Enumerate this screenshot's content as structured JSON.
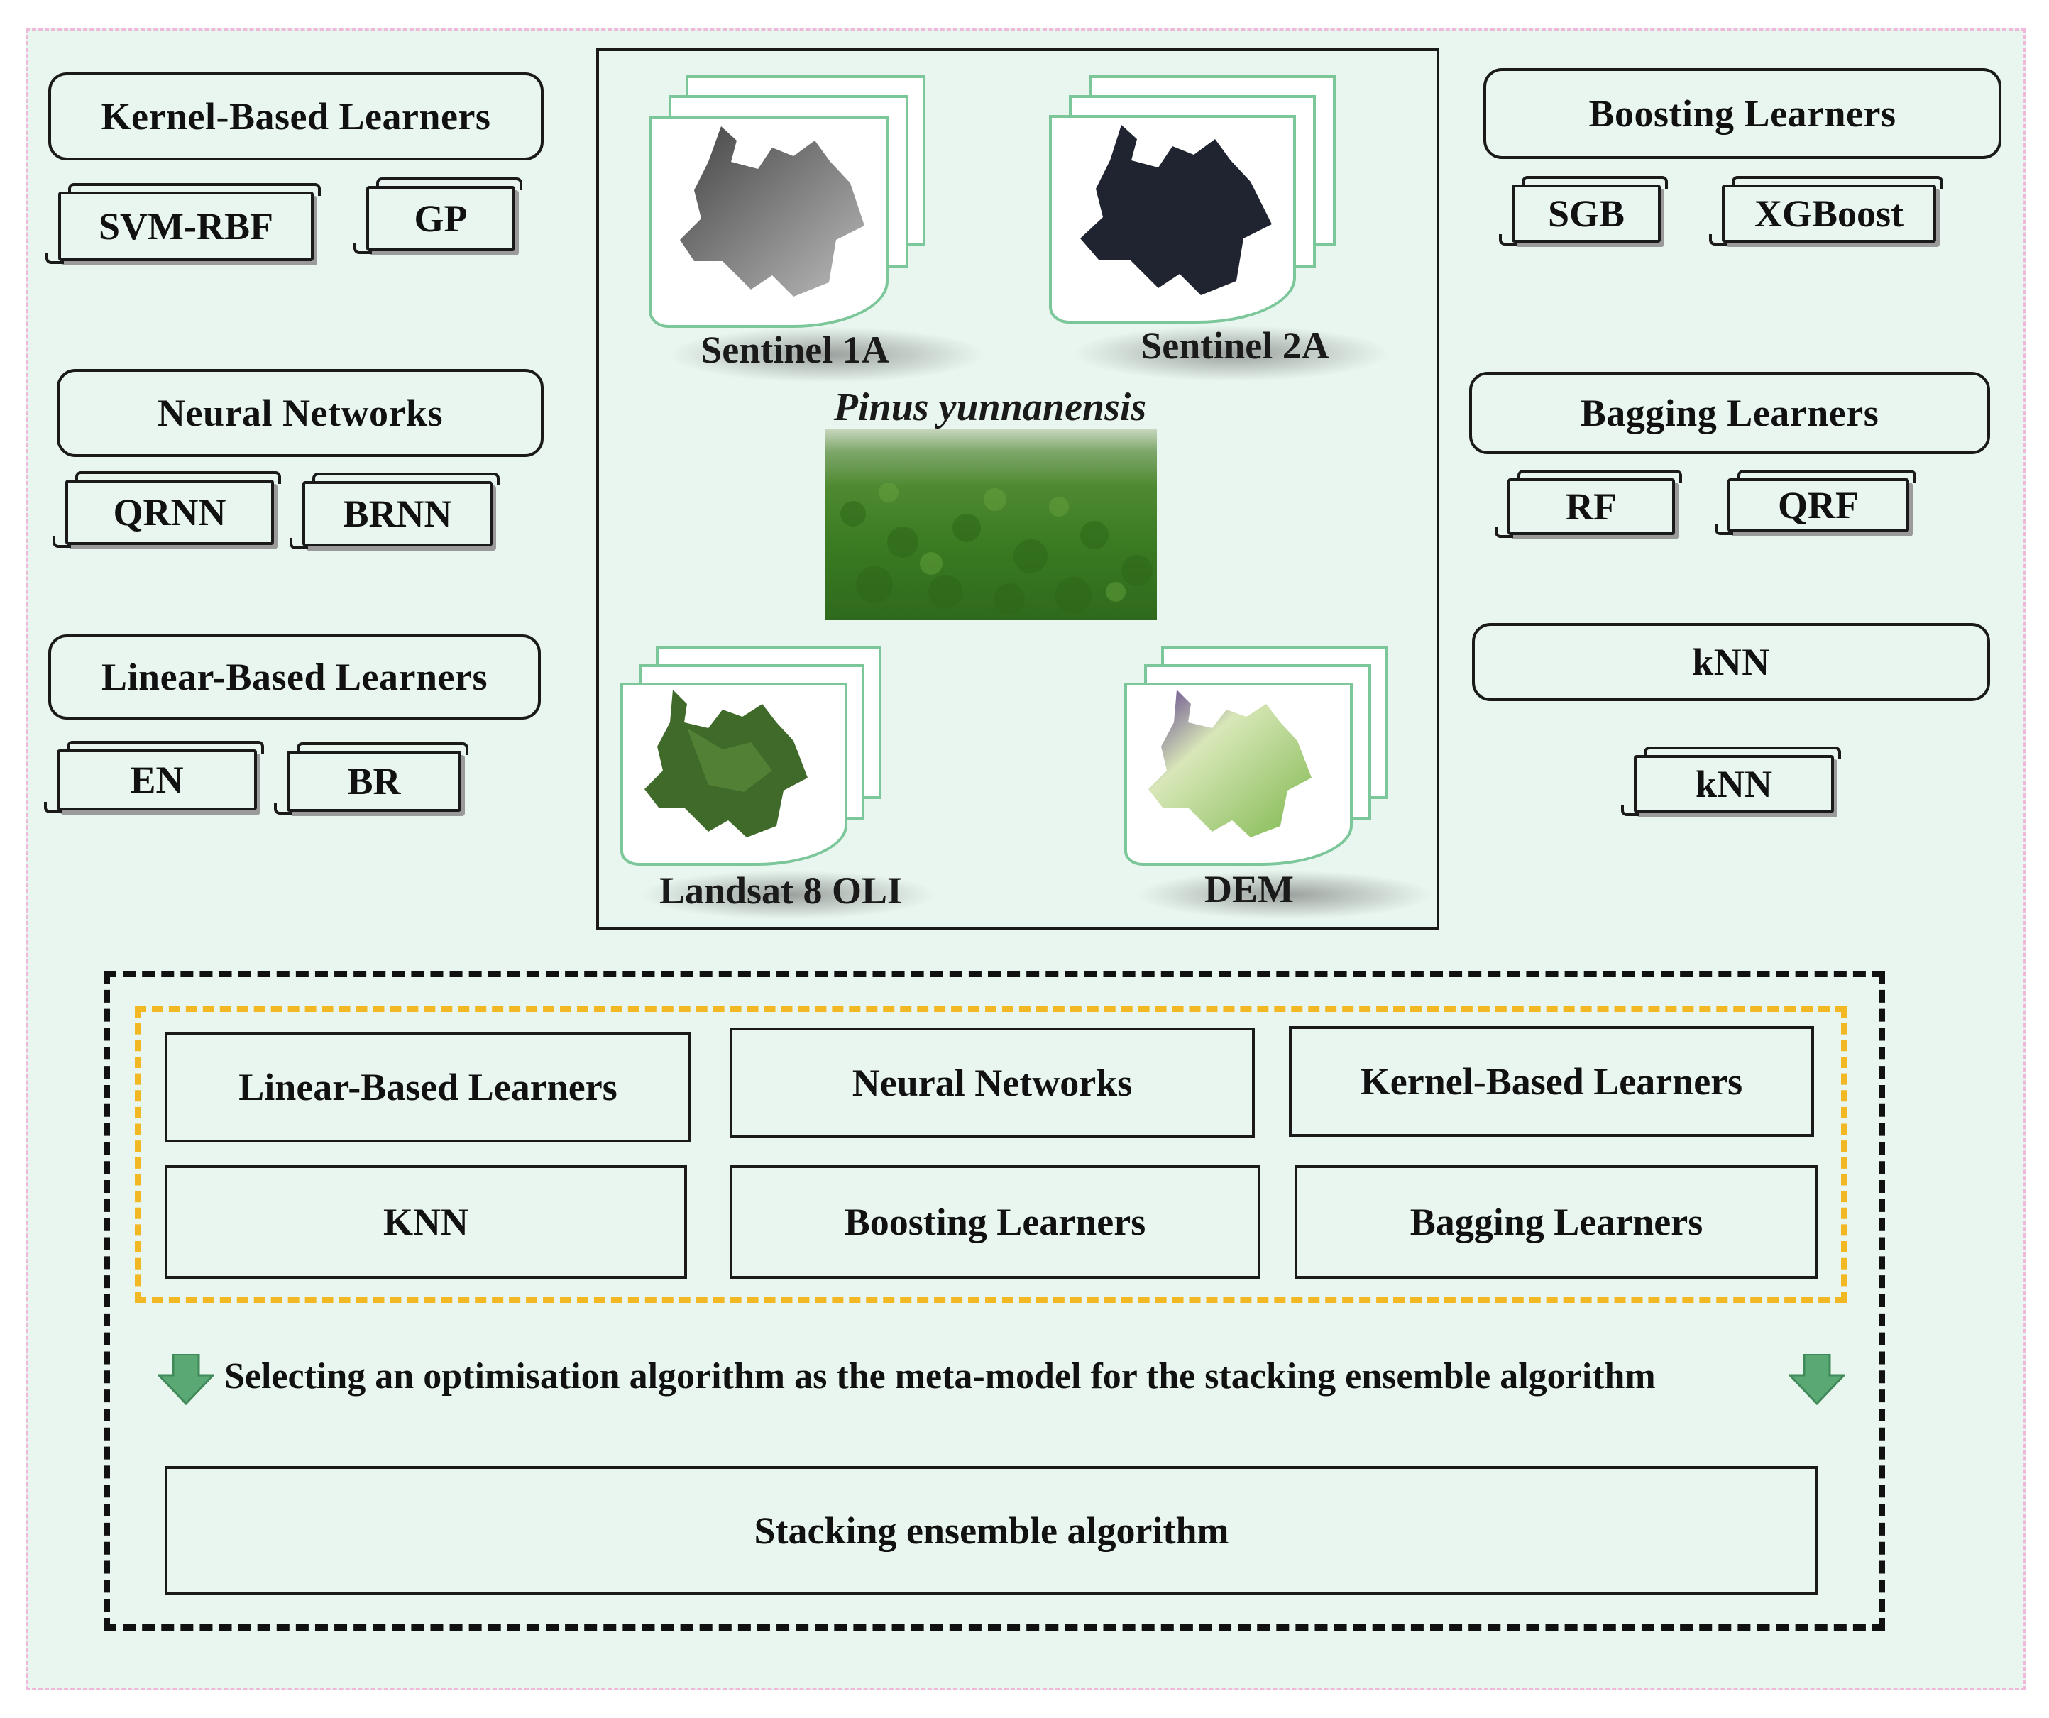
{
  "left_groups": [
    {
      "title": "Kernel-Based Learners",
      "items": [
        "SVM-RBF",
        "GP"
      ]
    },
    {
      "title": "Neural Networks",
      "items": [
        "QRNN",
        "BRNN"
      ]
    },
    {
      "title": "Linear-Based Learners",
      "items": [
        "EN",
        "BR"
      ]
    }
  ],
  "right_groups": [
    {
      "title": "Boosting Learners",
      "items": [
        "SGB",
        "XGBoost"
      ]
    },
    {
      "title": "Bagging Learners",
      "items": [
        "RF",
        "QRF"
      ]
    },
    {
      "title": "kNN",
      "items": [
        "kNN"
      ]
    }
  ],
  "data_sources": {
    "s1": "Sentinel 1A",
    "s2": "Sentinel 2A",
    "landsat": "Landsat 8 OLI",
    "dem": "DEM",
    "species": "Pinus yunnanensis"
  },
  "stack_section": {
    "base_learners": [
      "Linear-Based Learners",
      "Neural Networks",
      "Kernel-Based Learners",
      "KNN",
      "Boosting Learners",
      "Bagging Learners"
    ],
    "meta_text": "Selecting an optimisation algorithm as the meta-model for the stacking ensemble algorithm",
    "final": "Stacking ensemble algorithm"
  },
  "colors": {
    "panel_bg": "#e9f6ef",
    "panel_border": "#f0b8d8",
    "sheet_border": "#7cc79a",
    "inner_dash": "#f2b824",
    "outer_dash": "#111111",
    "arrow": "#5aa874"
  }
}
